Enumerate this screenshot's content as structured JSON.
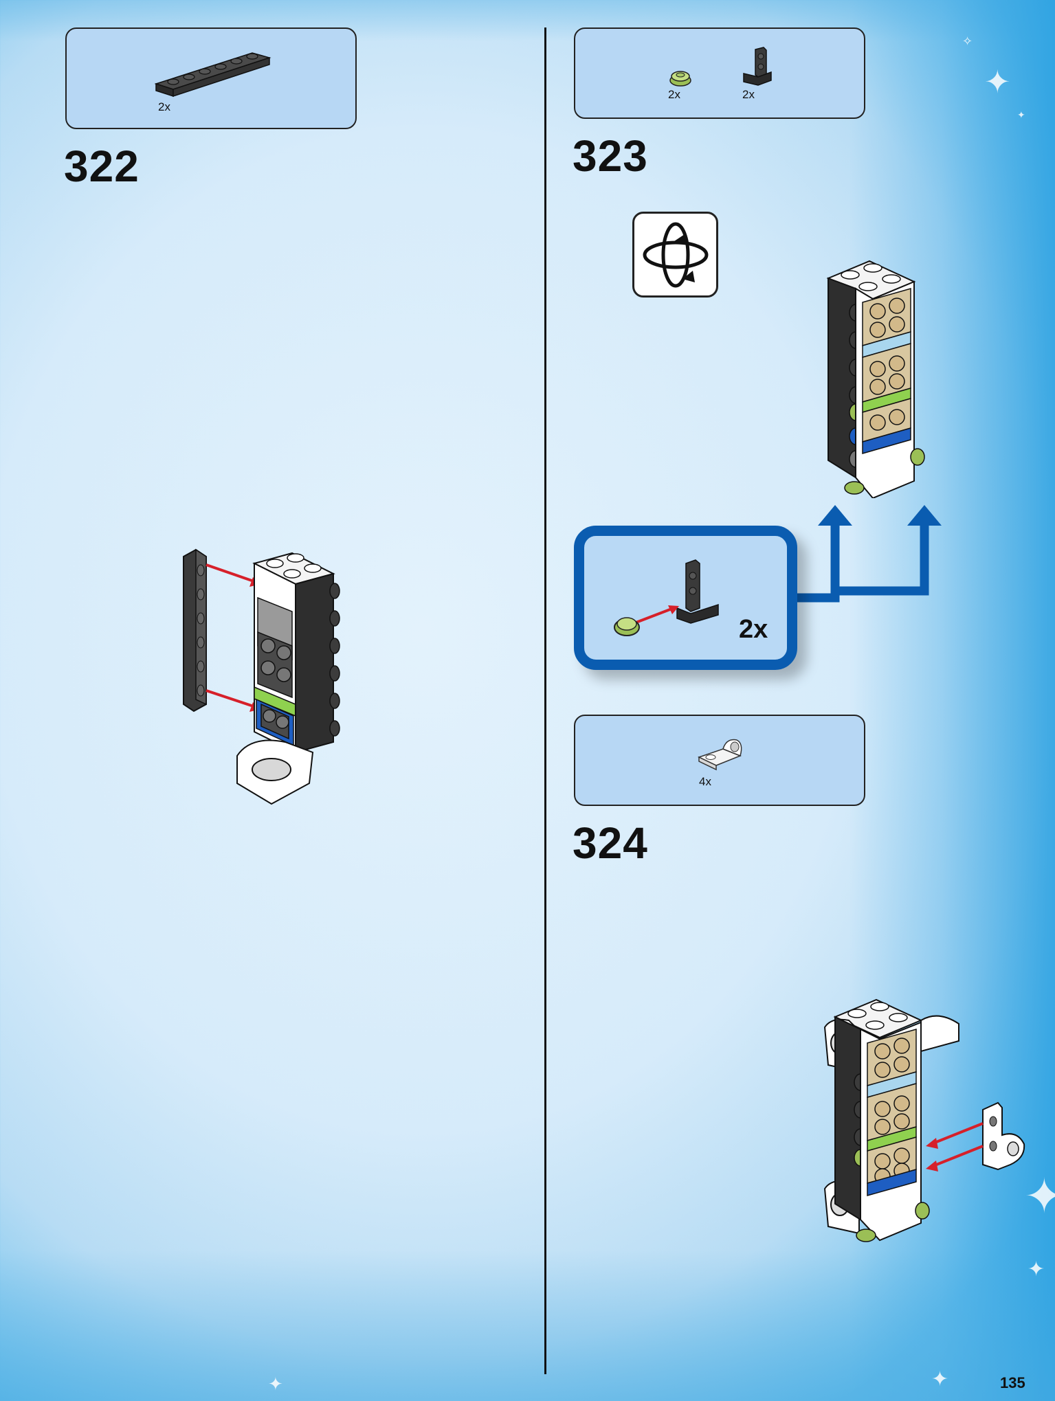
{
  "page": {
    "number": "135"
  },
  "steps": [
    {
      "number": "322",
      "parts": [
        {
          "qty": "2x",
          "icon": "dark-gray-plate-1x6-icon"
        }
      ]
    },
    {
      "number": "323",
      "parts": [
        {
          "qty": "2x",
          "icon": "lime-round-plate-icon"
        },
        {
          "qty": "2x",
          "icon": "dark-bracket-icon"
        }
      ],
      "rotate_icon": "rotate-model-icon",
      "subassembly": {
        "qty": "2x"
      }
    },
    {
      "number": "324",
      "parts": [
        {
          "qty": "4x",
          "icon": "white-pin-hole-plate-icon"
        }
      ]
    }
  ],
  "colors": {
    "arrow_red": "#d6202a",
    "callout_blue": "#0a5cb0",
    "parts_bg": "#b7d7f4"
  }
}
